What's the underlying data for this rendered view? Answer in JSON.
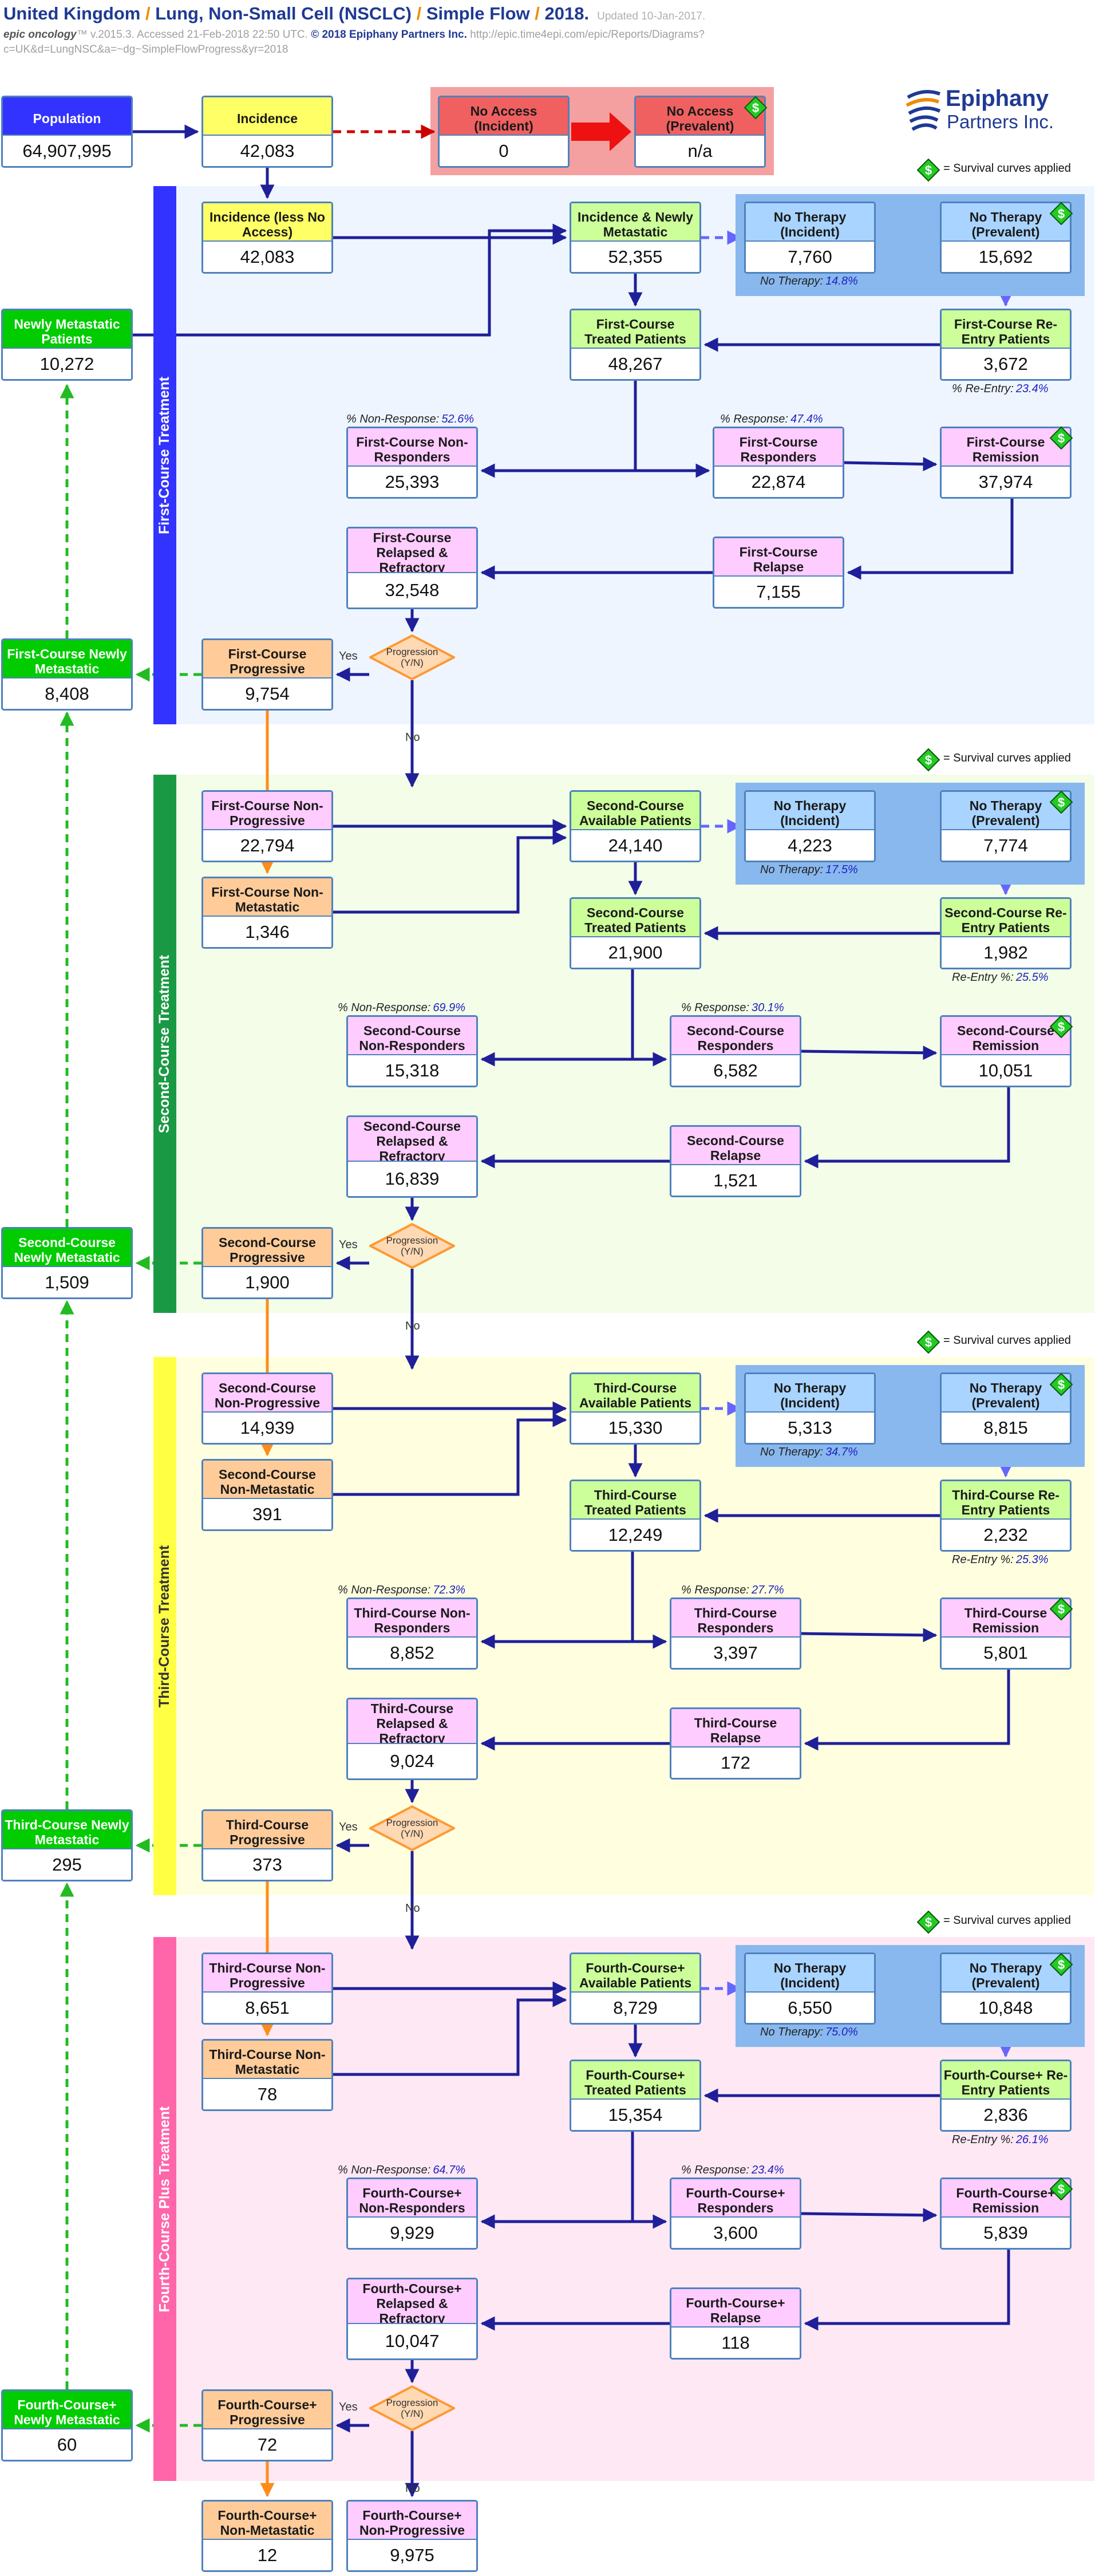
{
  "header": {
    "title_parts": [
      "United Kingdom",
      "Lung, Non-Small Cell (NSCLC)",
      "Simple Flow",
      "2018."
    ],
    "updated": "Updated 10-Jan-2017.",
    "product": "epic oncology",
    "version": "™ v.2015.3.  Accessed 21-Feb-2018 22:50 UTC.",
    "copyright": "© 2018 Epiphany Partners Inc.",
    "url": "http://epic.time4epi.com/epic/Reports/Diagrams?c=UK&d=LungNSC&a=~dg~SimpleFlowProgress&yr=2018"
  },
  "logo": {
    "line1": "Epiphany",
    "line2": "Partners Inc."
  },
  "colors": {
    "population": "#3333ff",
    "incidence": "#ffff66",
    "green": "#00cc00",
    "lightgreen": "#ccff99",
    "pink": "#ffccff",
    "orange": "#ffcc99",
    "noaccess": "#f06060",
    "therapy": "#a8d4ff",
    "line": "#1f1f99",
    "orange_line": "#ff8c1a",
    "green_line": "#22bb22"
  },
  "legend_text": "= Survival curves applied",
  "progression_text": "Progression (Y/N)",
  "yes": "Yes",
  "no": "No",
  "top": {
    "population": {
      "title": "Population",
      "value": "64,907,995"
    },
    "incidence": {
      "title": "Incidence",
      "value": "42,083"
    },
    "no_access_incident": {
      "title": "No Access (Incident)",
      "value": "0"
    },
    "no_access_prevalent": {
      "title": "No Access (Prevalent)",
      "value": "n/a"
    }
  },
  "bands": [
    {
      "label": "First-Course Treatment",
      "band_color": "#3333ff",
      "bg": "#eef5ff",
      "entry": {
        "title": "Incidence (less No Access)",
        "value": "42,083"
      },
      "side_metastatic": {
        "title": "Newly Metastatic Patients",
        "value": "10,272"
      },
      "available": {
        "title": "Incidence & Newly Metastatic",
        "value": "52,355"
      },
      "nt_incident": {
        "title": "No Therapy (Incident)",
        "value": "7,760"
      },
      "nt_prevalent": {
        "title": "No Therapy (Prevalent)",
        "value": "15,692"
      },
      "nt_note": "No Therapy:",
      "nt_pct": "14.8%",
      "treated": {
        "title": "First-Course Treated Patients",
        "value": "48,267"
      },
      "reentry": {
        "title": "First-Course Re-Entry Patients",
        "value": "3,672"
      },
      "reentry_note": "% Re-Entry:",
      "reentry_pct": "23.4%",
      "nonresp_note": "% Non-Response:",
      "nonresp_pct": "52.6%",
      "resp_note": "% Response:",
      "resp_pct": "47.4%",
      "nonresponders": {
        "title": "First-Course Non-Responders",
        "value": "25,393"
      },
      "responders": {
        "title": "First-Course Responders",
        "value": "22,874"
      },
      "remission": {
        "title": "First-Course Remission",
        "value": "37,974"
      },
      "relapsed": {
        "title": "First-Course Relapsed & Refractory",
        "value": "32,548"
      },
      "relapse": {
        "title": "First-Course Relapse",
        "value": "7,155"
      },
      "progressive": {
        "title": "First-Course Progressive",
        "value": "9,754"
      },
      "metastatic_out": {
        "title": "First-Course Newly Metastatic",
        "value": "8,408"
      }
    },
    {
      "label": "Second-Course Treatment",
      "band_color": "#1a9944",
      "bg": "#f3fde8",
      "entry": {
        "title": "First-Course Non-Progressive",
        "value": "22,794"
      },
      "nonmet": {
        "title": "First-Course Non-Metastatic",
        "value": "1,346"
      },
      "available": {
        "title": "Second-Course Available Patients",
        "value": "24,140"
      },
      "nt_incident": {
        "title": "No Therapy (Incident)",
        "value": "4,223"
      },
      "nt_prevalent": {
        "title": "No Therapy (Prevalent)",
        "value": "7,774"
      },
      "nt_note": "No Therapy:",
      "nt_pct": "17.5%",
      "treated": {
        "title": "Second-Course Treated Patients",
        "value": "21,900"
      },
      "reentry": {
        "title": "Second-Course Re-Entry Patients",
        "value": "1,982"
      },
      "reentry_note": "Re-Entry %:",
      "reentry_pct": "25.5%",
      "nonresp_note": "% Non-Response:",
      "nonresp_pct": "69.9%",
      "resp_note": "% Response:",
      "resp_pct": "30.1%",
      "nonresponders": {
        "title": "Second-Course Non-Responders",
        "value": "15,318"
      },
      "responders": {
        "title": "Second-Course Responders",
        "value": "6,582"
      },
      "remission": {
        "title": "Second-Course Remission",
        "value": "10,051"
      },
      "relapsed": {
        "title": "Second-Course Relapsed & Refractory",
        "value": "16,839"
      },
      "relapse": {
        "title": "Second-Course Relapse",
        "value": "1,521"
      },
      "progressive": {
        "title": "Second-Course Progressive",
        "value": "1,900"
      },
      "metastatic_out": {
        "title": "Second-Course Newly Metastatic",
        "value": "1,509"
      }
    },
    {
      "label": "Third-Course Treatment",
      "band_color": "#ffff44",
      "bg": "#ffffe0",
      "entry": {
        "title": "Second-Course Non-Progressive",
        "value": "14,939"
      },
      "nonmet": {
        "title": "Second-Course Non-Metastatic",
        "value": "391"
      },
      "available": {
        "title": "Third-Course Available Patients",
        "value": "15,330"
      },
      "nt_incident": {
        "title": "No Therapy (Incident)",
        "value": "5,313"
      },
      "nt_prevalent": {
        "title": "No Therapy (Prevalent)",
        "value": "8,815"
      },
      "nt_note": "No Therapy:",
      "nt_pct": "34.7%",
      "treated": {
        "title": "Third-Course Treated Patients",
        "value": "12,249"
      },
      "reentry": {
        "title": "Third-Course Re-Entry Patients",
        "value": "2,232"
      },
      "reentry_note": "Re-Entry %:",
      "reentry_pct": "25.3%",
      "nonresp_note": "% Non-Response:",
      "nonresp_pct": "72.3%",
      "resp_note": "% Response:",
      "resp_pct": "27.7%",
      "nonresponders": {
        "title": "Third-Course Non-Responders",
        "value": "8,852"
      },
      "responders": {
        "title": "Third-Course Responders",
        "value": "3,397"
      },
      "remission": {
        "title": "Third-Course Remission",
        "value": "5,801"
      },
      "relapsed": {
        "title": "Third-Course Relapsed & Refractory",
        "value": "9,024"
      },
      "relapse": {
        "title": "Third-Course Relapse",
        "value": "172"
      },
      "progressive": {
        "title": "Third-Course Progressive",
        "value": "373"
      },
      "metastatic_out": {
        "title": "Third-Course Newly Metastatic",
        "value": "295"
      }
    },
    {
      "label": "Fourth-Course Plus Treatment",
      "band_color": "#ff66aa",
      "bg": "#fde8f4",
      "entry": {
        "title": "Third-Course Non-Progressive",
        "value": "8,651"
      },
      "nonmet": {
        "title": "Third-Course Non-Metastatic",
        "value": "78"
      },
      "available": {
        "title": "Fourth-Course+ Available Patients",
        "value": "8,729"
      },
      "nt_incident": {
        "title": "No Therapy (Incident)",
        "value": "6,550"
      },
      "nt_prevalent": {
        "title": "No Therapy (Prevalent)",
        "value": "10,848"
      },
      "nt_note": "No Therapy:",
      "nt_pct": "75.0%",
      "treated": {
        "title": "Fourth-Course+ Treated Patients",
        "value": "15,354"
      },
      "reentry": {
        "title": "Fourth-Course+ Re-Entry Patients",
        "value": "2,836"
      },
      "reentry_note": "Re-Entry %:",
      "reentry_pct": "26.1%",
      "nonresp_note": "% Non-Response:",
      "nonresp_pct": "64.7%",
      "resp_note": "% Response:",
      "resp_pct": "23.4%",
      "nonresponders": {
        "title": "Fourth-Course+ Non-Responders",
        "value": "9,929"
      },
      "responders": {
        "title": "Fourth-Course+ Responders",
        "value": "3,600"
      },
      "remission": {
        "title": "Fourth-Course+ Remission",
        "value": "5,839"
      },
      "relapsed": {
        "title": "Fourth-Course+ Relapsed & Refractory",
        "value": "10,047"
      },
      "relapse": {
        "title": "Fourth-Course+ Relapse",
        "value": "118"
      },
      "progressive": {
        "title": "Fourth-Course+ Progressive",
        "value": "72"
      },
      "metastatic_out": {
        "title": "Fourth-Course+ Newly Metastatic",
        "value": "60"
      }
    }
  ],
  "bottom": {
    "nonmet": {
      "title": "Fourth-Course+ Non-Metastatic",
      "value": "12"
    },
    "nonprog": {
      "title": "Fourth-Course+ Non-Progressive",
      "value": "9,975"
    }
  }
}
